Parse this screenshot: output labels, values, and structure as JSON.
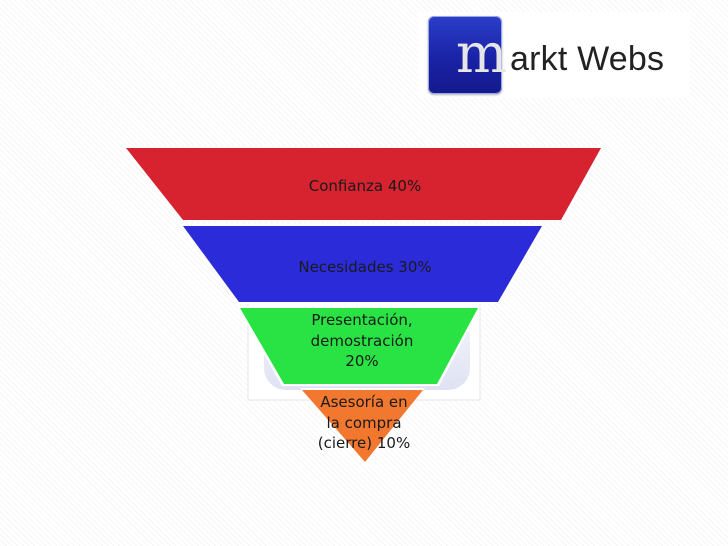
{
  "logo": {
    "m_letter": "m",
    "rest_text": "arkt Webs",
    "box_color": "#1a22a5"
  },
  "funnel": {
    "stages": [
      {
        "label": "Confianza 40%",
        "color": "#d7232f"
      },
      {
        "label": "Necesidades 30%",
        "color": "#2b2bd9"
      },
      {
        "label": "Presentación,\ndemostración\n20%",
        "color": "#29e345"
      },
      {
        "label": "Asesoría en\nla compra\n(cierre) 10%",
        "color": "#f2782f"
      }
    ]
  }
}
